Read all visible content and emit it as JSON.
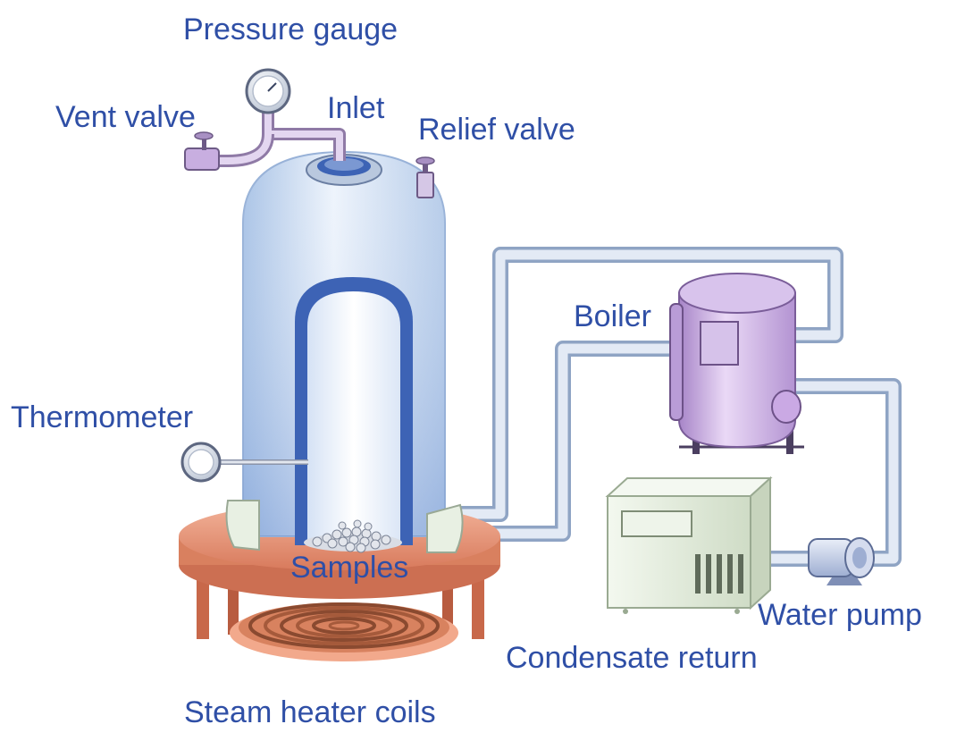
{
  "diagram": {
    "label_color": "#2f4fa6",
    "labels": {
      "pressure_gauge": "Pressure gauge",
      "inlet": "Inlet",
      "vent_valve": "Vent valve",
      "relief_valve": "Relief valve",
      "boiler": "Boiler",
      "thermometer": "Thermometer",
      "samples": "Samples",
      "water_pump": "Water pump",
      "condensate_return": "Condensate return",
      "steam_heater_coils": "Steam heater coils"
    },
    "colors": {
      "vessel": "#c9dcf2",
      "inner_chamber": "#e6eef9",
      "chamber_wall": "#3d63b5",
      "pipe": "#dbe4f1",
      "pipe_stroke": "#8fa4c4",
      "boiler": "#c8aee0",
      "copper_plate": "#e9967a",
      "cabinet": "#e7f0e1",
      "pump": "#c6d0e8"
    }
  }
}
